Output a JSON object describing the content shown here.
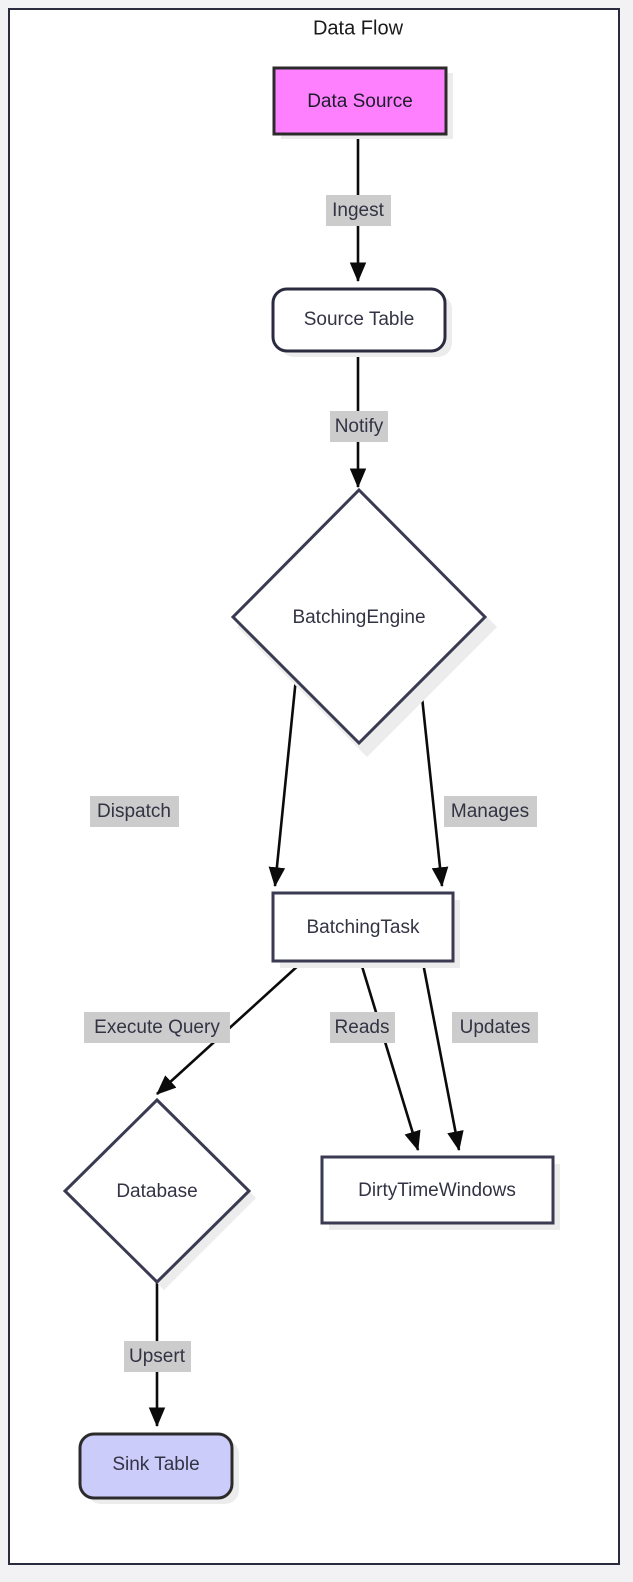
{
  "diagram": {
    "title": "Data Flow",
    "type": "flowchart",
    "direction": "top-down",
    "frame": {
      "border_color": "#2b2b40",
      "background": "#ffffff"
    },
    "page_background": "#f2f2f5",
    "nodes": [
      {
        "id": "data_source",
        "label": "Data Source",
        "shape": "rect",
        "fill": "#ff80ff",
        "stroke": "#2b2b2b",
        "text_color": "#1d1d2b"
      },
      {
        "id": "source_table",
        "label": "Source Table",
        "shape": "rounded-rect",
        "fill": "#ffffff",
        "stroke": "#2b2b40",
        "text_color": "#333344"
      },
      {
        "id": "batching_engine",
        "label": "BatchingEngine",
        "shape": "diamond",
        "fill": "#ffffff",
        "stroke": "#3a3a52",
        "text_color": "#333344"
      },
      {
        "id": "batching_task",
        "label": "BatchingTask",
        "shape": "rect",
        "fill": "#ffffff",
        "stroke": "#3a3a52",
        "text_color": "#333344"
      },
      {
        "id": "database",
        "label": "Database",
        "shape": "diamond",
        "fill": "#ffffff",
        "stroke": "#3a3a52",
        "text_color": "#333344"
      },
      {
        "id": "dirty_time_windows",
        "label": "DirtyTimeWindows",
        "shape": "rect",
        "fill": "#ffffff",
        "stroke": "#3a3a52",
        "text_color": "#333344"
      },
      {
        "id": "sink_table",
        "label": "Sink Table",
        "shape": "rounded-rect",
        "fill": "#ccccfa",
        "stroke": "#2b2b2b",
        "text_color": "#333344"
      }
    ],
    "edges": [
      {
        "from": "data_source",
        "to": "source_table",
        "label": "Ingest"
      },
      {
        "from": "source_table",
        "to": "batching_engine",
        "label": "Notify"
      },
      {
        "from": "batching_engine",
        "to": "batching_task",
        "label": "Dispatch"
      },
      {
        "from": "batching_engine",
        "to": "batching_task",
        "label": "Manages"
      },
      {
        "from": "batching_task",
        "to": "database",
        "label": "Execute Query"
      },
      {
        "from": "batching_task",
        "to": "dirty_time_windows",
        "label": "Reads"
      },
      {
        "from": "batching_task",
        "to": "dirty_time_windows",
        "label": "Updates"
      },
      {
        "from": "database",
        "to": "sink_table",
        "label": "Upsert"
      }
    ],
    "edge_label_background": "#cccccc"
  }
}
